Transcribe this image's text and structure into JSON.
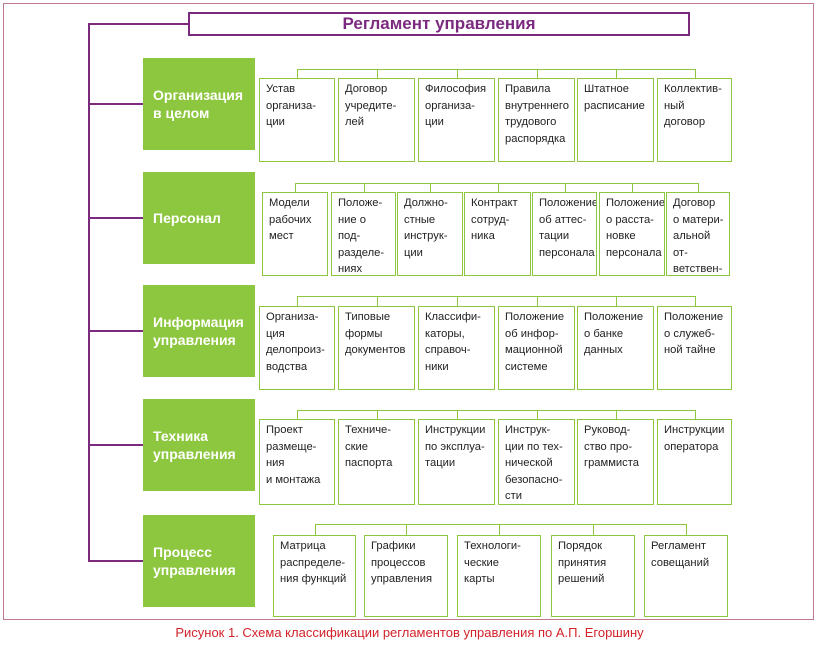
{
  "title": "Регламент управления",
  "caption": "Рисунок 1.  Схема классификации регламентов управления по А.П. Егоршину",
  "colors": {
    "title": "#7b2a80",
    "category": "#8dc63f",
    "caption": "#d2232a"
  },
  "categories": [
    {
      "label": "Организация\nв целом",
      "items": [
        "Устав\nорганиза-\nции",
        "Договор\nучредите-\nлей",
        "Философия\nорганиза-\nции",
        "Правила\nвнутреннего\nтрудового\nраспорядка",
        "Штатное\nрасписание",
        "Коллектив-\nный\nдоговор"
      ]
    },
    {
      "label": "Персонал",
      "items": [
        "Модели\nрабочих\nмест",
        "Положе-\nние о под-\nразделе-\nниях",
        "Должно-\nстные\nинструк-\nции",
        "Контракт\nсотруд-\nника",
        "Положение\nоб аттес-\nтации\nперсонала",
        "Положение\nо расста-\nновке\nперсонала",
        "Договор\nо матери-\nальной от-\nветствен-\nности"
      ]
    },
    {
      "label": "Информация\nуправления",
      "items": [
        "Организа-\nция\nделопроиз-\nводства",
        "Типовые\nформы\nдокументов",
        "Классифи-\nкаторы,\nсправоч-\nники",
        "Положение\nоб инфор-\nмационной\nсистеме",
        "Положение\nо банке\nданных",
        "Положение\nо служеб-\nной тайне"
      ]
    },
    {
      "label": "Техника\nуправления",
      "items": [
        "Проект\nразмеще-\nния\nи монтажа",
        "Техниче-\nские\nпаспорта",
        "Инструкции\nпо эксплуа-\nтации",
        "Инструк-\nции по тех-\nнической\nбезопасно-\nсти",
        "Руковод-\nство про-\nграммиста",
        "Инструкции\nоператора"
      ]
    },
    {
      "label": "Процесс\nуправления",
      "items": [
        "Матрица\nраспределе-\nния функций",
        "Графики\nпроцессов\nуправления",
        "Технологи-\nческие\nкарты",
        "Порядок\nпринятия\nрешений",
        "Регламент\nсовещаний"
      ]
    }
  ]
}
